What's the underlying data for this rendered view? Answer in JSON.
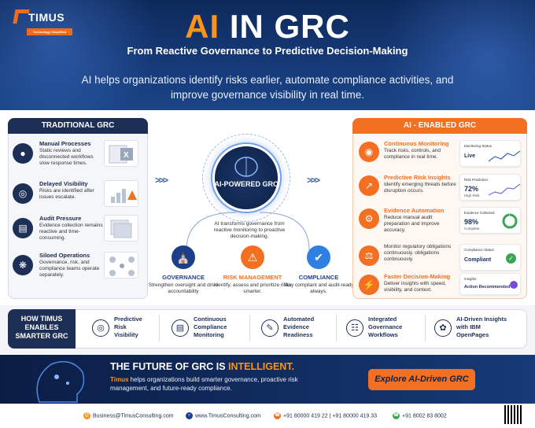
{
  "brand": {
    "name": "TIMUS",
    "tagline": "Technology Simplified"
  },
  "header": {
    "title_part1": "AI",
    "title_part2": "IN GRC",
    "subtitle": "From Reactive Governance to Predictive Decision-Making",
    "description": "AI helps organizations identify risks earlier, automate compliance activities, and improve governance visibility in real time."
  },
  "traditional": {
    "heading": "TRADITIONAL GRC",
    "items": [
      {
        "title": "Manual Processes",
        "desc": "Static reviews and disconnected workflows slow response times.",
        "icon": "people-icon"
      },
      {
        "title": "Delayed Visibility",
        "desc": "Risks are identified after issues escalate.",
        "icon": "eye-icon"
      },
      {
        "title": "Audit Pressure",
        "desc": "Evidence collection remains reactive and time-consuming.",
        "icon": "clipboard-icon"
      },
      {
        "title": "Siloed Operations",
        "desc": "Governance, risk, and compliance teams operate separately.",
        "icon": "network-icon"
      }
    ]
  },
  "center": {
    "hub_title": "AI-POWERED GRC",
    "description": "AI transforms governance from reactive monitoring to proactive decision-making.",
    "pillars": [
      {
        "title": "GOVERNANCE",
        "desc": "Strengthen oversight and drive accountability",
        "color": "#1d3f8a"
      },
      {
        "title": "RISK MANAGEMENT",
        "desc": "Identify, assess and prioritize risks smarter.",
        "color": "#f36f21"
      },
      {
        "title": "COMPLIANCE",
        "desc": "Stay compliant and audit-ready always.",
        "color": "#2f7fe0"
      }
    ]
  },
  "ai_enabled": {
    "heading": "AI - ENABLED GRC",
    "items": [
      {
        "title": "Continuous Monitoring",
        "desc": "Track risks, controls, and compliance in real time.",
        "card_label": "Monitoring Status",
        "card_value": "Live",
        "card_sub": ""
      },
      {
        "title": "Predictive Risk Insights",
        "desc": "Identify emerging threats before disruption occurs.",
        "card_label": "Risk Prediction",
        "card_value": "72%",
        "card_sub": "High Risk"
      },
      {
        "title": "Evidence Automation",
        "desc": "Reduce manual audit preparation and improve accuracy.",
        "card_label": "Evidence Collected",
        "card_value": "98%",
        "card_sub": "Complete"
      },
      {
        "title": "",
        "desc": "Monitor regulatory obligations continuously. obligations continuously.",
        "card_label": "Compliance Status",
        "card_value": "Compliant",
        "card_sub": ""
      },
      {
        "title": "Faster Decision-Making",
        "desc": "Deliver insights with speed, visibility, and context.",
        "card_label": "Insights",
        "card_value": "Action Recommended",
        "card_sub": ""
      }
    ]
  },
  "how": {
    "heading": "HOW TIMUS ENABLES SMARTER GRC",
    "items": [
      "Predictive Risk Visibility",
      "Continuous Compliance Monitoring",
      "Automated Evidence Readiness",
      "Integrated Governance Workflows",
      "AI-Driven Insights with IBM OpenPages"
    ]
  },
  "future": {
    "title_part1": "THE FUTURE OF GRC IS",
    "title_part2": "INTELLIGENT.",
    "brand": "Timus",
    "desc": "helps organizations build smarter governance, proactive risk management, and future-ready compliance.",
    "cta": "Explore AI-Driven GRC"
  },
  "footer": {
    "email": "Business@TimusConsulting.com",
    "website": "www.TimusConsulting.com",
    "phones": "+91  80000 419 22 | +91 80000 419 33",
    "whatsapp": "+91 8002 83 8002"
  },
  "colors": {
    "navy": "#1d2f55",
    "orange": "#f36f21",
    "accent": "#f7941d"
  }
}
